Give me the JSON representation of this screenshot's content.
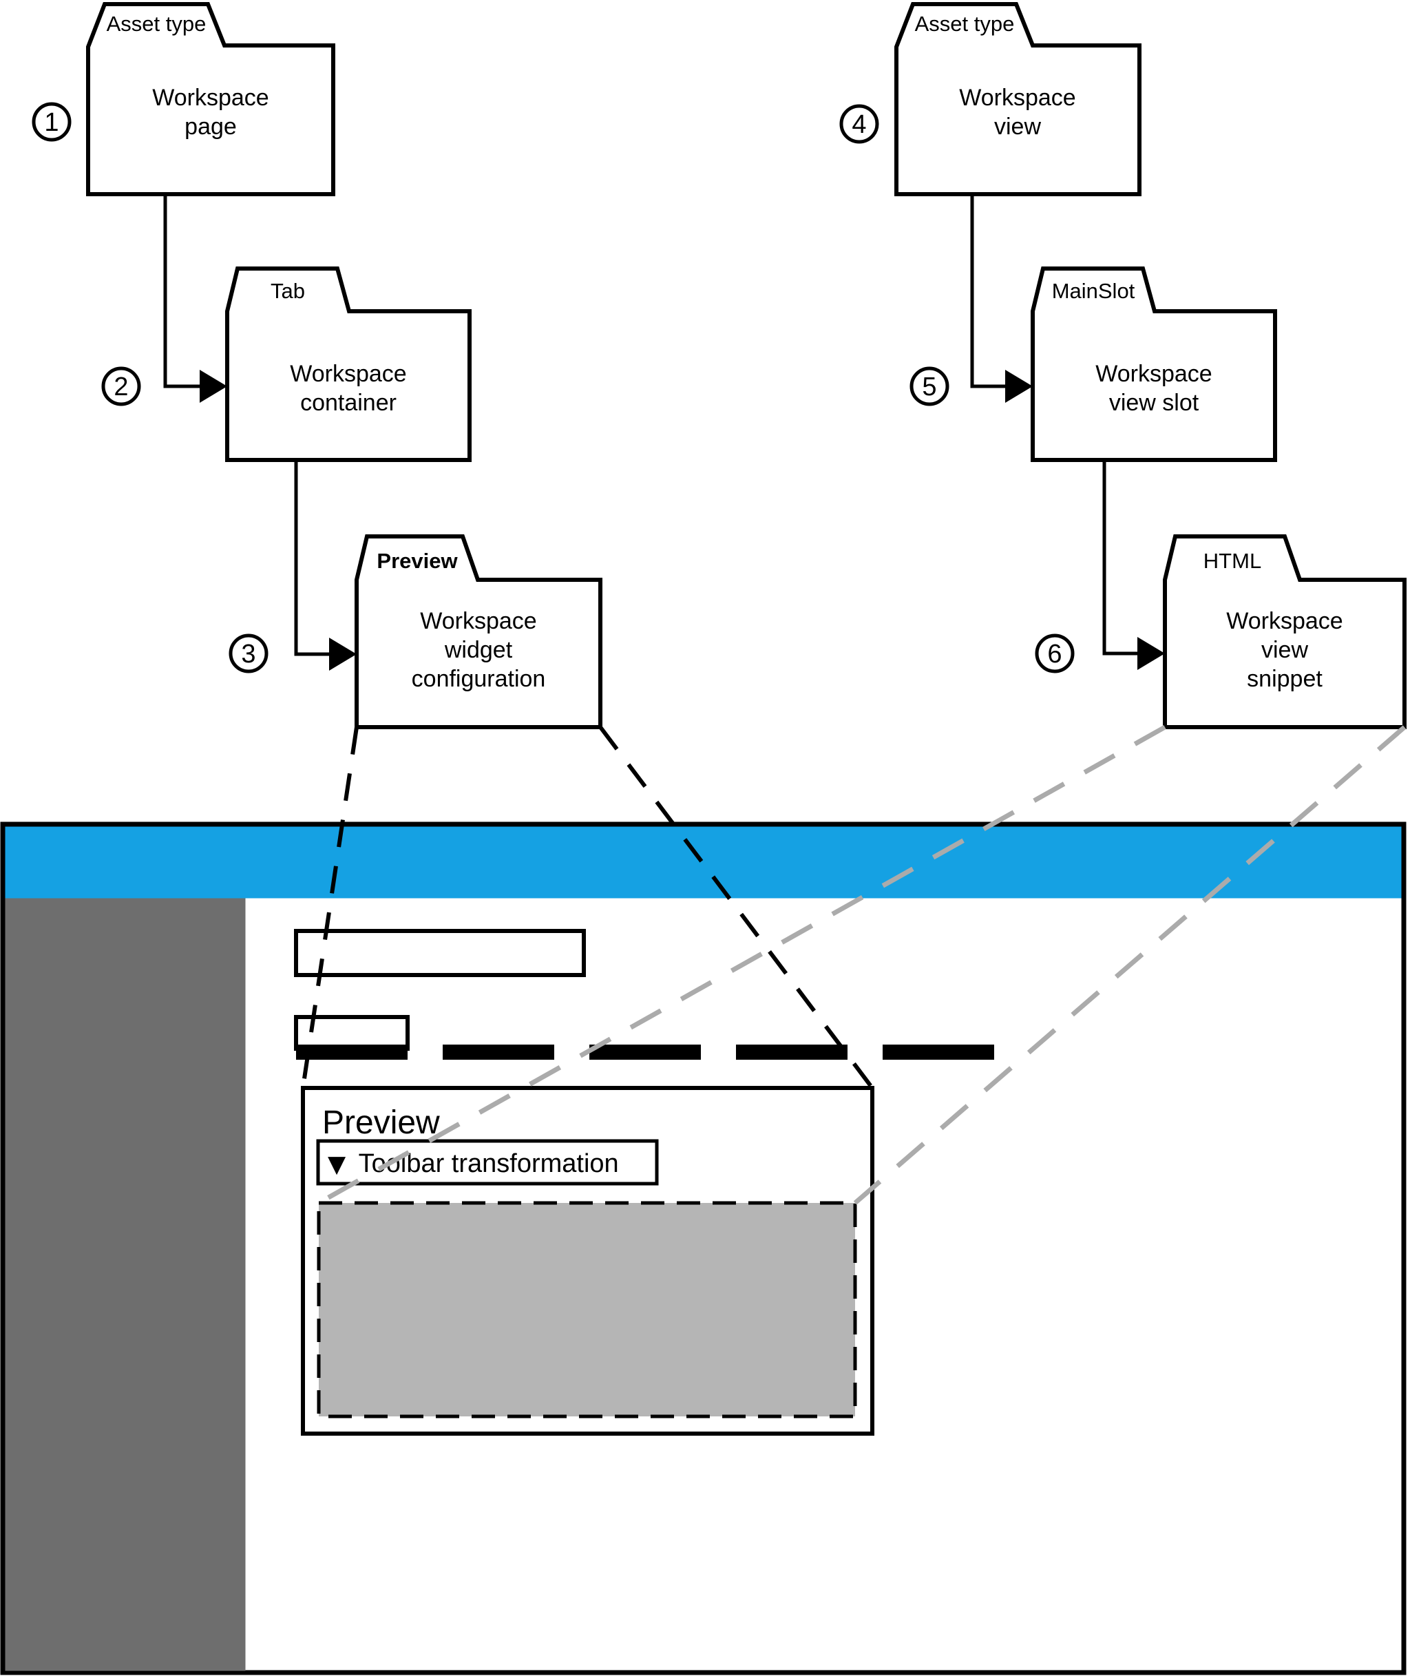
{
  "diagram": {
    "nodes": [
      {
        "number": "1",
        "tab_label": "Asset type",
        "body_line1": "Workspace",
        "body_line2": "page"
      },
      {
        "number": "2",
        "tab_label": "Tab",
        "body_line1": "Workspace",
        "body_line2": "container"
      },
      {
        "number": "3",
        "tab_label": "Preview",
        "body_line1": "Workspace",
        "body_line2": "widget",
        "body_line3": "configuration"
      },
      {
        "number": "4",
        "tab_label": "Asset type",
        "body_line1": "Workspace",
        "body_line2": "view"
      },
      {
        "number": "5",
        "tab_label": "MainSlot",
        "body_line1": "Workspace",
        "body_line2": "view slot"
      },
      {
        "number": "6",
        "tab_label": "HTML",
        "body_line1": "Workspace",
        "body_line2": "view",
        "body_line3": "snippet"
      }
    ]
  },
  "mockup": {
    "preview_panel_title": "Preview",
    "toolbar_dropdown_icon": "▼",
    "toolbar_dropdown_label": "Toolbar transformation"
  },
  "colors": {
    "header_bar_blue": "#15a1e3",
    "sidebar_gray": "#6e6e6e",
    "snippet_placeholder_gray": "#b5b5b5",
    "snippet_callout_gray": "#ababab"
  }
}
